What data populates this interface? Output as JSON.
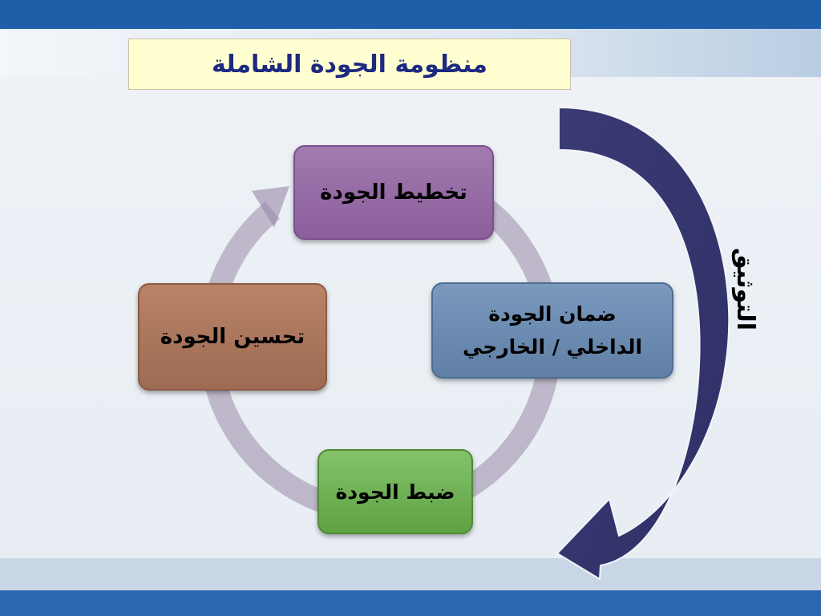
{
  "title": "منظومة الجودة الشاملة",
  "cycle": {
    "plan": "تخطيط الجودة",
    "assurance_line1": "ضمان الجودة",
    "assurance_line2": "الداخلي / الخارجي",
    "control": "ضبط الجودة",
    "improvement": "تحسين الجودة"
  },
  "side_label": "التوثيق",
  "colors": {
    "title_text": "#1d2a80",
    "title_bg": "#ffffd2",
    "plan": "#8b5e9c",
    "assurance": "#5f7fa6",
    "improvement": "#9c6b52",
    "control": "#5fa244",
    "arrow": "#3e3f7a"
  }
}
